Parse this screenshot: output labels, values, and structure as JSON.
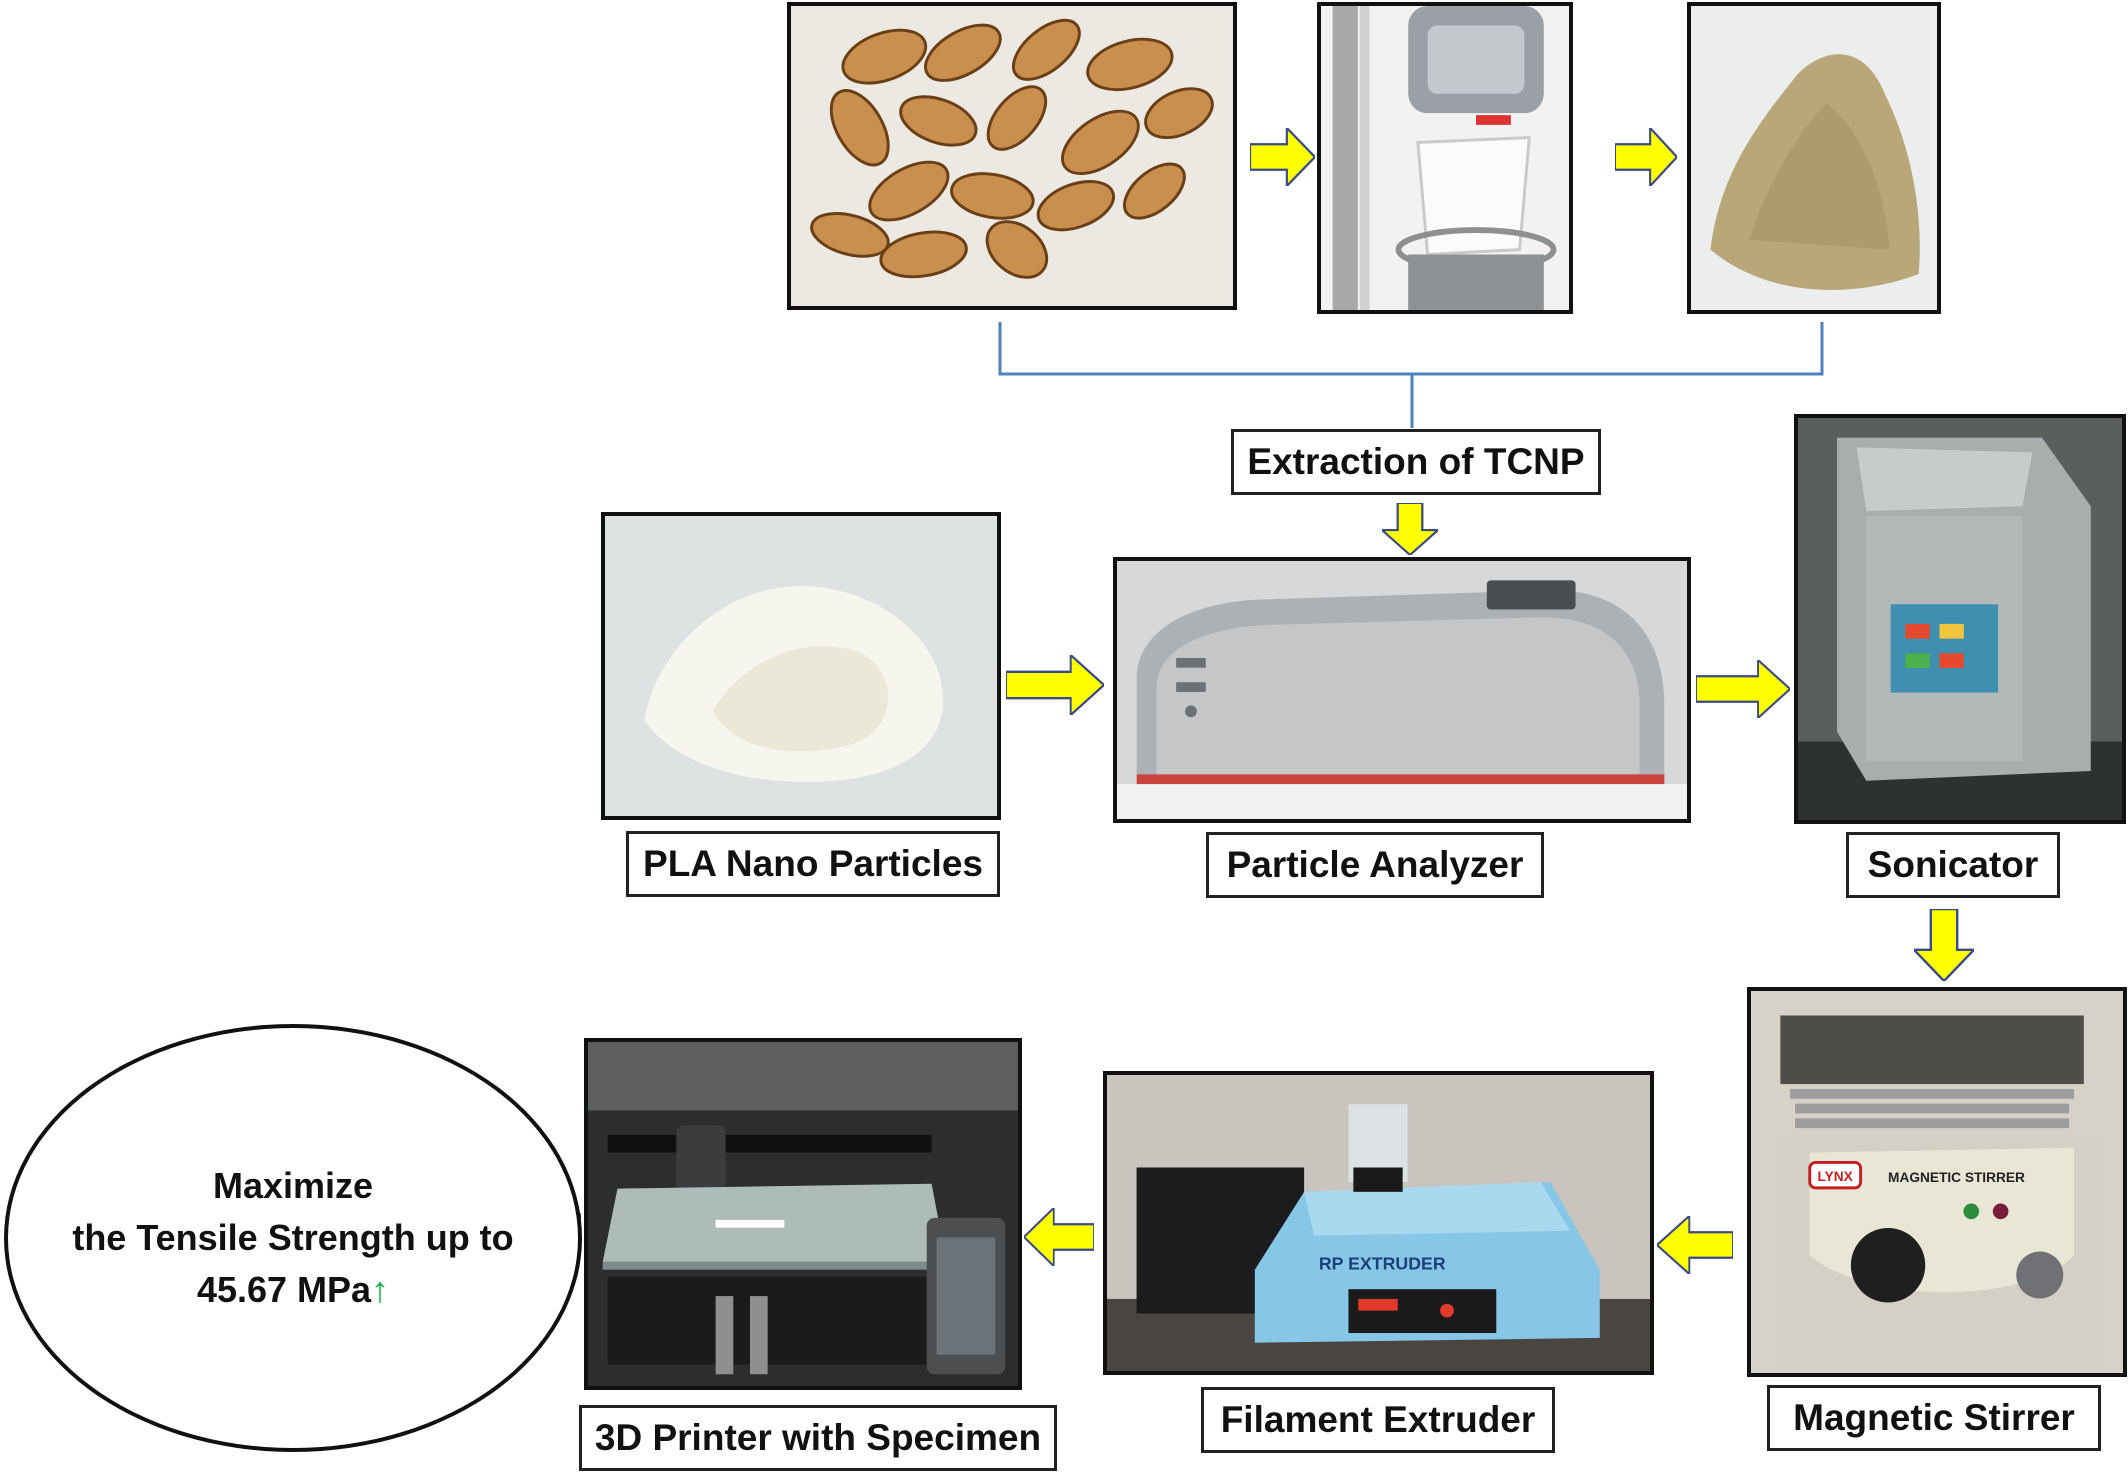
{
  "steps": {
    "extraction": "Extraction of TCNP",
    "pla": "PLA Nano Particles",
    "analyzer": "Particle Analyzer",
    "sonicator": "Sonicator",
    "stirrer": "Magnetic Stirrer",
    "extruder": "Filament Extruder",
    "printer": "3D Printer with Specimen"
  },
  "goal": {
    "line1": "Maximize",
    "line2": "the Tensile Strength up to",
    "value": "45.67 MPa",
    "arrow": "↑"
  },
  "photo_text": {
    "stirrer_panel": "MAGNETIC STIRRER",
    "stirrer_brand": "LYNX",
    "extruder_panel": "RP EXTRUDER"
  },
  "colors": {
    "arrow_fill": "#ffff00",
    "arrow_stroke": "#3a4a86",
    "bracket": "#4f81bd",
    "up_arrow": "#1db34a",
    "border": "#111111"
  }
}
